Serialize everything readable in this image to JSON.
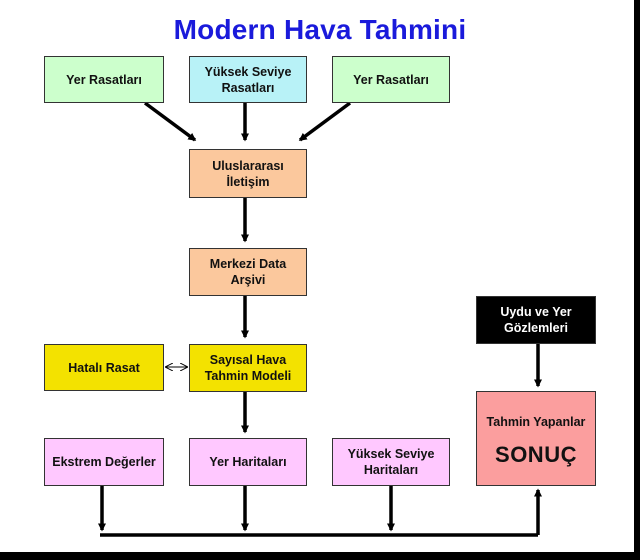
{
  "title": "Modern Hava Tahmini",
  "colors": {
    "title": "#1a1adb",
    "green_box": "#ccffcc",
    "cyan_box": "#b8f2f7",
    "orange_box": "#fbc89d",
    "yellow_box": "#f3e200",
    "pink_box": "#ffc8ff",
    "black_box": "#000000",
    "red_box": "#fb9e9e",
    "arrows": "#000000"
  },
  "nodes": {
    "ground_obs_left": [
      "Yer Rasatları"
    ],
    "upper_air_obs": [
      "Yüksek Seviye",
      "Rasatları"
    ],
    "ground_obs_right": [
      "Yer Rasatları"
    ],
    "international_comm": [
      "Uluslararası",
      "İletişim"
    ],
    "central_archive": [
      "Merkezi Data",
      "Arşivi"
    ],
    "faulty_obs": [
      "Hatalı Rasat"
    ],
    "numerical_model": [
      "Sayısal Hava",
      "Tahmin Modeli"
    ],
    "satellite_ground": [
      "Uydu ve Yer",
      "Gözlemleri"
    ],
    "extreme_values": [
      "Ekstrem Değerler"
    ],
    "surface_maps": [
      "Yer Haritaları"
    ],
    "upper_maps": [
      "Yüksek Seviye",
      "Haritaları"
    ],
    "forecaster": [
      "Tahmin Yapanlar"
    ],
    "result": [
      "SONUÇ"
    ]
  }
}
